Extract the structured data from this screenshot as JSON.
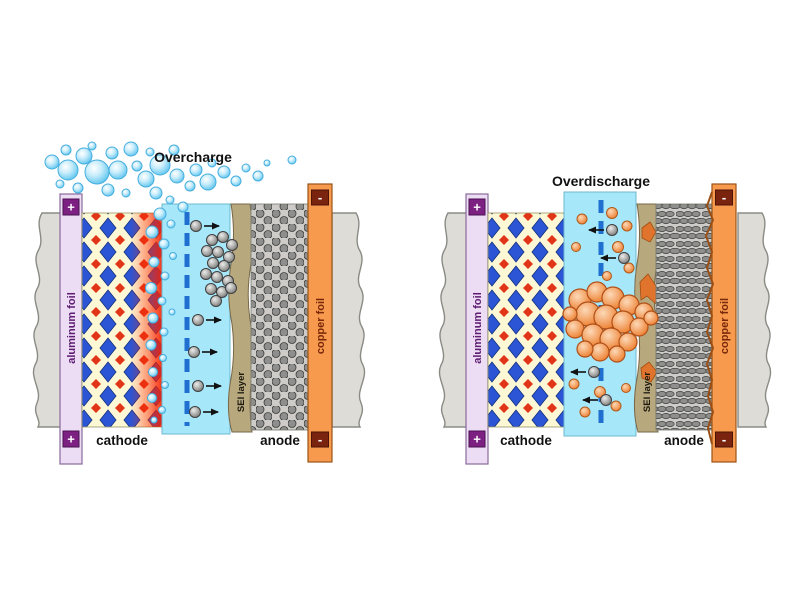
{
  "figure": {
    "left_panel": {
      "title": "Overcharge",
      "labels": {
        "aluminum_foil": "aluminum foil",
        "cathode": "cathode",
        "anode": "anode",
        "sei_layer": "SEI layer",
        "copper_foil": "copper foil"
      },
      "terminals": {
        "plus_top": "+",
        "plus_bottom": "+",
        "minus_top": "-",
        "minus_bottom": "-"
      }
    },
    "right_panel": {
      "title": "Overdischarge",
      "labels": {
        "aluminum_foil": "aluminum foil",
        "cathode": "cathode",
        "anode": "anode",
        "sei_layer": "SEI layer",
        "copper_foil": "copper foil"
      },
      "terminals": {
        "plus_top": "+",
        "plus_bottom": "+",
        "minus_top": "-",
        "minus_bottom": "-"
      }
    },
    "colors": {
      "aluminum_foil": "#ecdcf4",
      "copper_foil": "#f79a4e",
      "separator": "#a6e7fa",
      "separator_dash": "#1f6fd0",
      "cathode_bg": "#fcf8d6",
      "sei_layer": "#b7a87d",
      "anode_bg": "#cdccc8",
      "crystal_blue": "#2b55d4",
      "crystal_red": "#e23517",
      "bubble_blue": "#66c8f0",
      "ion_gray": "#8e8e8c",
      "copper_ion_orange": "#ee8030",
      "plus_badge": "#7c2082",
      "minus_badge": "#7a2410",
      "current_collector_band": "#dddcd6"
    }
  }
}
